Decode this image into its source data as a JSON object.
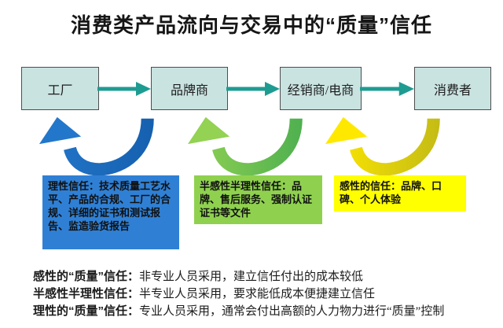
{
  "title": "消费类产品流向与交易中的“质量”信任",
  "flow": {
    "nodes": [
      "工厂",
      "品牌商",
      "经销商/电商",
      "消费者"
    ],
    "arrow_color": "#1e9c92",
    "node_fill": "#c9e3e1"
  },
  "swooshes": [
    {
      "name": "rational-trust-arrow",
      "light": "#2377cb",
      "dark": "#155fae"
    },
    {
      "name": "semi-rational-trust-arrow",
      "light": "#93d253",
      "dark": "#4caf4f"
    },
    {
      "name": "emotional-trust-arrow",
      "light": "#ffe800",
      "dark": "#c2ba16"
    }
  ],
  "info_boxes": [
    {
      "bg": "#2f80d5",
      "text": "理性信任：技术质量工艺水平、产品的合规、工厂的合规、详细的证书和测试报告、监造验货报告"
    },
    {
      "bg": "#8fd14f",
      "text": "半感性半理性信任：品牌、售后服务、强制认证证书等文件"
    },
    {
      "bg": "#ffff00",
      "text": "感性的信任：品牌、口碑、个人体验"
    }
  ],
  "legend": [
    {
      "label": "感性的“质量”信任：",
      "desc": "非专业人员采用，建立信任付出的成本较低"
    },
    {
      "label": "半感性半理性信任：",
      "desc": "半专业人员采用，要求能低成本便捷建立信任"
    },
    {
      "label": "理性的“质量”信任：",
      "desc": "专业人员采用，通常会付出高额的人力物力进行“质量”控制"
    }
  ]
}
